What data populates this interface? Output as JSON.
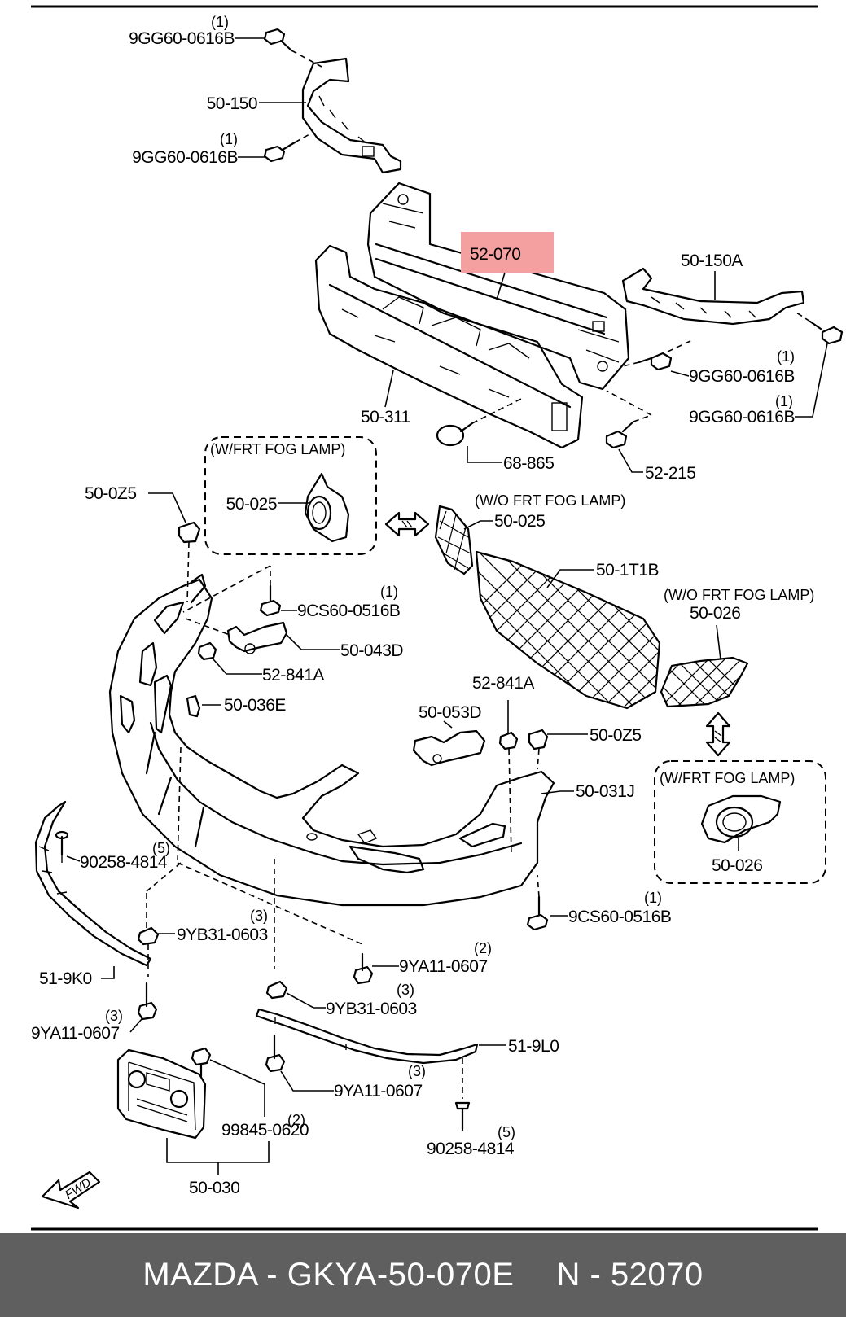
{
  "diagram": {
    "highlight_color": "#f4a0a0",
    "labels": {
      "bolt_top_1": {
        "code": "9GG60-0616B",
        "qty": "(1)"
      },
      "bolt_top_2": {
        "code": "9GG60-0616B",
        "qty": "(1)"
      },
      "bracket_left": "50-150",
      "reinforcement": "52-070",
      "bracket_right": "50-150A",
      "bolt_right_1": {
        "code": "9GG60-0616B",
        "qty": "(1)"
      },
      "bolt_right_2": {
        "code": "9GG60-0616B",
        "qty": "(1)"
      },
      "absorber": "50-311",
      "clip_68": "68-865",
      "bolt_52215": "52-215",
      "fog_box_top_title": "(W/FRT FOG LAMP)",
      "fog_bezel_w": "50-025",
      "clip_oz5_left": "50-0Z5",
      "wo_fog_title_1": "(W/O FRT FOG LAMP)",
      "fog_cover_left": "50-025",
      "grille": "50-1T1B",
      "wo_fog_title_2": "(W/O FRT FOG LAMP)",
      "fog_cover_right": "50-026",
      "bolt_9cs_1": {
        "code": "9CS60-0516B",
        "qty": "(1)"
      },
      "bracket_043d": "50-043D",
      "nut_841a_left": "52-841A",
      "clip_036e": "50-036E",
      "nut_841a_right": "52-841A",
      "bracket_053d": "50-053D",
      "clip_oz5_right": "50-0Z5",
      "bumper": "50-031J",
      "fog_box_bottom_title": "(W/FRT FOG LAMP)",
      "fog_bezel_right": "50-026",
      "screw_90258_left": {
        "code": "90258-4814",
        "qty": "(5)"
      },
      "nut_9yb_1": {
        "code": "9YB31-0603",
        "qty": "(3)"
      },
      "bolt_9cs_2": {
        "code": "9CS60-0516B",
        "qty": "(1)"
      },
      "molding_left": "51-9K0",
      "bolt_9ya_1": {
        "code": "9YA11-0607",
        "qty": "(2)"
      },
      "nut_9yb_2": {
        "code": "9YB31-0603",
        "qty": "(3)"
      },
      "bolt_9ya_2": {
        "code": "9YA11-0607",
        "qty": "(3)"
      },
      "molding_bottom": "51-9L0",
      "bolt_9ya_3": {
        "code": "9YA11-0607",
        "qty": "(3)"
      },
      "bolt_99845": {
        "code": "99845-0620",
        "qty": "(2)"
      },
      "screw_90258_right": {
        "code": "90258-4814",
        "qty": "(5)"
      },
      "plate_bracket": "50-030",
      "fwd": "FWD"
    }
  },
  "footer": {
    "left": "MAZDA - GKYA-50-070E",
    "right": "N - 52070"
  }
}
